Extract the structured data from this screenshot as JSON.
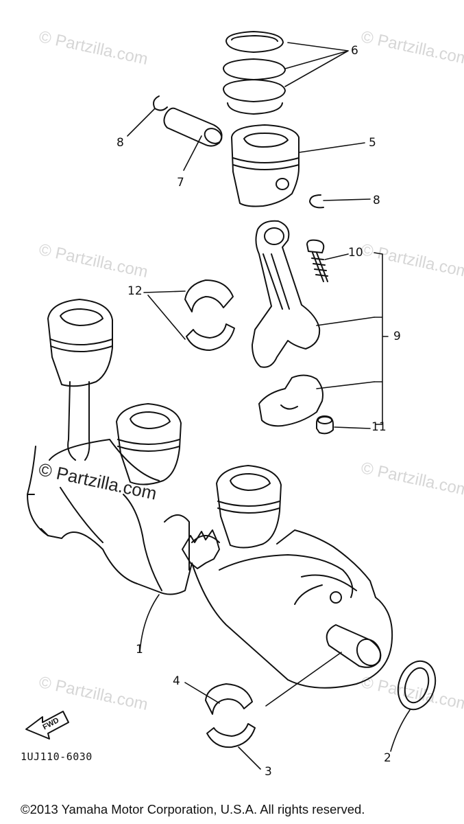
{
  "watermarks": [
    "© Partzilla.com",
    "© Partzilla.com",
    "© Partzilla.com",
    "© Partzilla.com",
    "© Partzilla.com",
    "© Partzilla.com",
    "© Partzilla.com",
    "© Partzilla.com"
  ],
  "callouts": {
    "c1": "1",
    "c2": "2",
    "c3": "3",
    "c4": "4",
    "c5": "5",
    "c6": "6",
    "c7": "7",
    "c8a": "8",
    "c8b": "8",
    "c9": "9",
    "c10": "10",
    "c11": "11",
    "c12": "12"
  },
  "front_arrow_label": "FWD",
  "diagram_code": "1UJ110-6030",
  "copyright": "©2013 Yamaha Motor Corporation, U.S.A. All rights reserved."
}
